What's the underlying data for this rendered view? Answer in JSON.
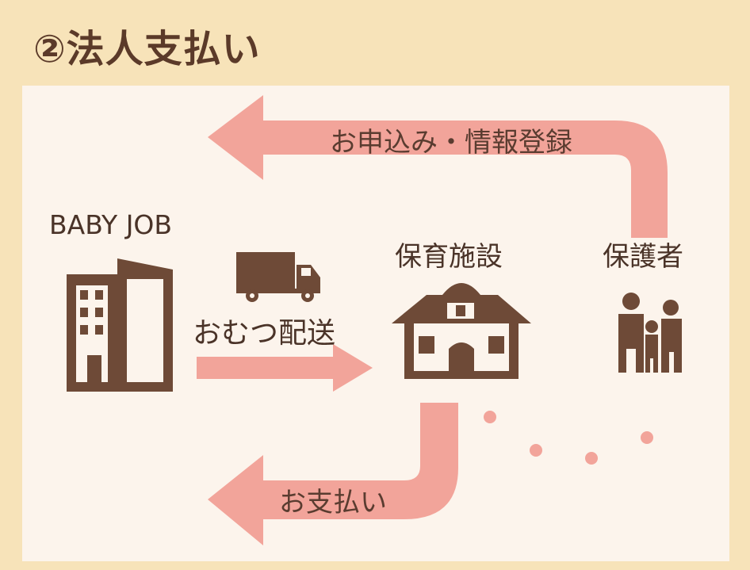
{
  "title": "②法人支払い",
  "nodes": {
    "company": "BABY JOB",
    "facility": "保育施設",
    "guardian": "保護者"
  },
  "flows": {
    "application": "お申込み・情報登録",
    "delivery": "おむつ配送",
    "payment": "お支払い"
  },
  "colors": {
    "background": "#f7e3b9",
    "panel": "#fcf4ec",
    "arrow": "#f2a49a",
    "icon": "#6e4a37",
    "text": "#4a3328"
  }
}
